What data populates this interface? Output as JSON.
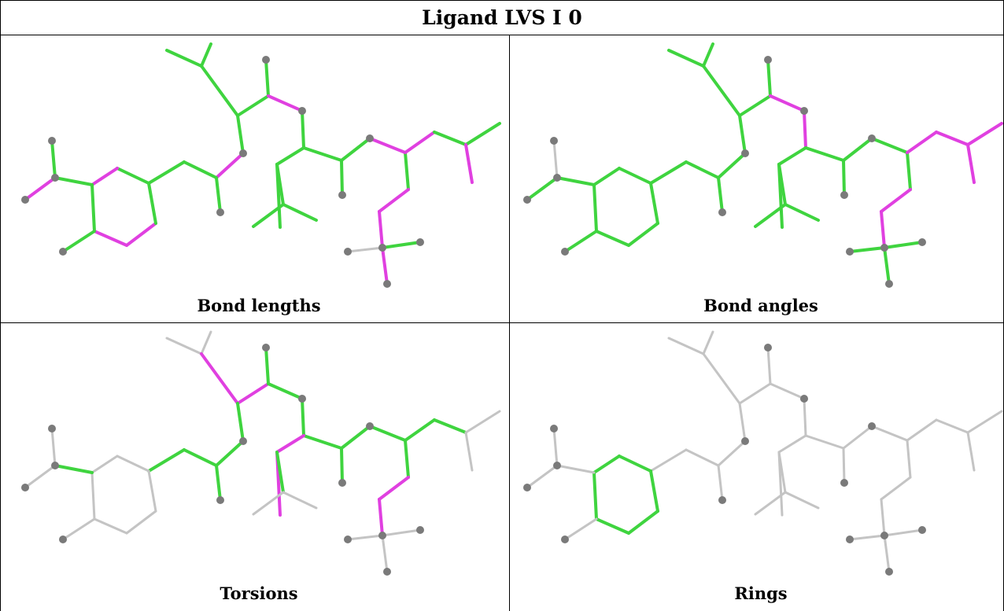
{
  "table": {
    "title": "Ligand LVS I 0",
    "panels": [
      {
        "caption": "Bond lengths"
      },
      {
        "caption": "Bond angles"
      },
      {
        "caption": "Torsions"
      },
      {
        "caption": "Rings"
      }
    ]
  },
  "colors": {
    "ok": "#3fd43f",
    "outlier": "#e040e0",
    "neutral": "#c4c4c4",
    "atom": "#7a7a7a"
  }
}
